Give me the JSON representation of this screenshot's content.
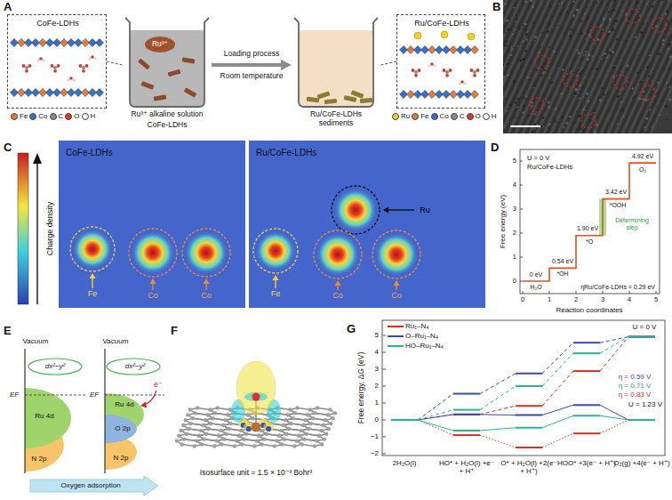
{
  "diagram": {
    "nodes": [
      {
        "text": [
          "CoFe-LDHs"
        ]
      },
      {
        "text": [
          "Ru³⁺",
          "Ru³⁺ alkaline solution",
          "CoFe-LDHs"
        ]
      },
      {
        "text": [
          "Ru/CoFe-LDHs sediments"
        ]
      },
      {
        "text": [
          "Ru/CoFe-LDHs"
        ]
      },
      {
        "text": [
          "CoFe-LDHs",
          "Fe",
          "Co",
          "Co"
        ]
      },
      {
        "text": [
          "Ru/CoFe-LDHs",
          "Ru",
          "Fe",
          "Co",
          "Co"
        ]
      }
    ],
    "edges": [
      {
        "from": 0,
        "to": 1,
        "arrow": "none"
      },
      {
        "from": 1,
        "to": 2,
        "arrow": "to"
      },
      {
        "from": 3,
        "to": 2,
        "arrow": "none"
      }
    ],
    "labels": [
      "A",
      "Loading process",
      "Room temperature",
      "B",
      "C",
      "Charge density",
      "D",
      "U = 0 V",
      "Ru/CoFe-LDHs",
      "0",
      "1",
      "2",
      "3",
      "4",
      "5",
      "0",
      "1",
      "2",
      "3",
      "4",
      "5",
      "Free energy (eV)",
      "Reaction coordinates",
      "0 eV",
      "H₂O",
      "0.54 eV",
      "*OH",
      "1.90 eV",
      "*O",
      "3.42 eV",
      "*OOH",
      "4.92 eV",
      "O₂",
      "Determining step",
      "ηRu/CoFe-LDHs = 0.29 eV",
      "E",
      "Vacuum",
      "dx²−y²",
      "EF",
      "Ru 4d",
      "N 2p",
      "Vacuum",
      "dx²−y²",
      "EF",
      "Ru 4d",
      "O 2p",
      "N 2p",
      "e⁻",
      "Oxygen adsorption",
      "F",
      "Isosurface unit = 1.5 × 10⁻³ Bohr³",
      "G",
      "5",
      "4",
      "3",
      "2",
      "1",
      "0",
      "−1",
      "−2",
      "Free energy, ΔG (eV)",
      "2H₂O(l)",
      "HO* + H₂O(l) +e⁻ + H⁺",
      "O* + H₂O(l) +2(e⁻ + H⁺)",
      "HOO* +3(e⁻ + H⁺)",
      "O₂(g) +4(e⁻ + H⁺)",
      "U = 0 V",
      "U = 1.23 V",
      "η = 0.59 V",
      "η = 0.71 V",
      "η = 0.83 V"
    ],
    "legend": [
      {
        "text": "Fe",
        "color": "#e07b39"
      },
      {
        "text": "Co",
        "color": "#3b6fc4"
      },
      {
        "text": "C",
        "color": "#8a8a8a"
      },
      {
        "text": "O",
        "color": "#d83a2a"
      },
      {
        "text": "H",
        "color": "#f4f4f4"
      },
      {
        "text": "Ru",
        "color": "#f0d02a"
      },
      {
        "text": "Fe",
        "color": "#e07b39"
      },
      {
        "text": "Co",
        "color": "#3b6fc4"
      },
      {
        "text": "C",
        "color": "#8a8a8a"
      },
      {
        "text": "O",
        "color": "#d83a2a"
      },
      {
        "text": "H",
        "color": "#f4f4f4"
      },
      {
        "text": "Ru₁–N₄"
      },
      {
        "text": "O–Ru₁–N₄"
      },
      {
        "text": "HO–Ru₁–N₄"
      }
    ]
  }
}
